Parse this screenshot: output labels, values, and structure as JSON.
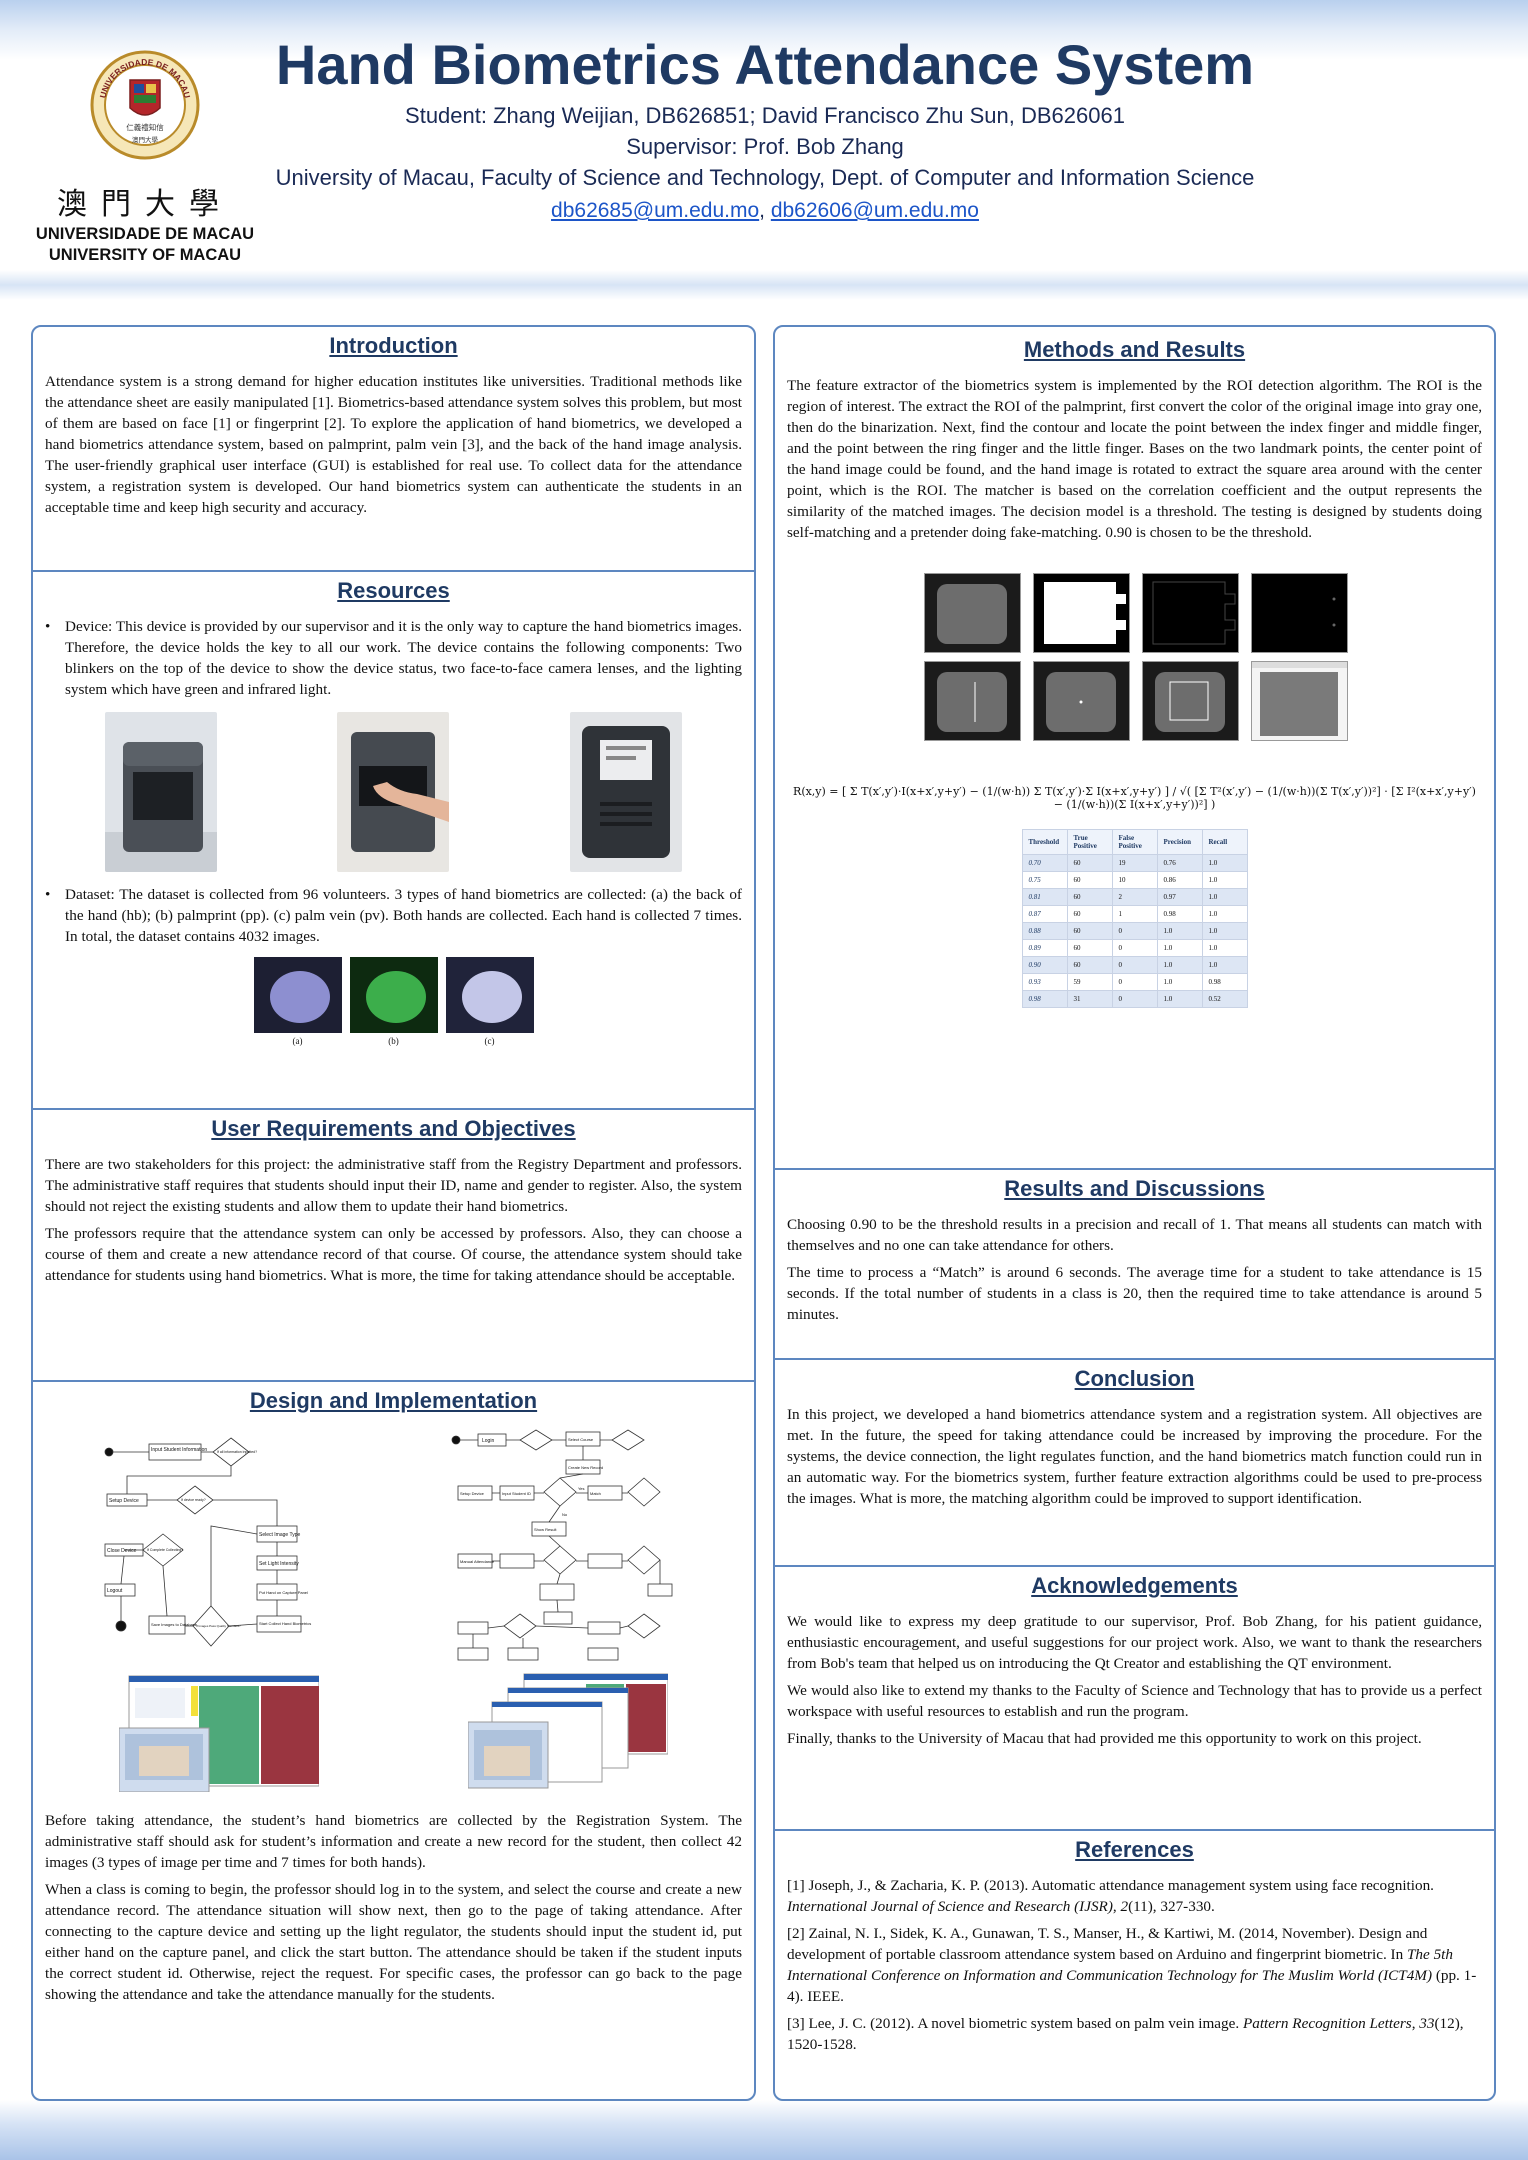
{
  "header": {
    "title": "Hand Biometrics Attendance System",
    "students": "Student: Zhang Weijian, DB626851; David Francisco Zhu Sun, DB626061",
    "supervisor": "Supervisor: Prof. Bob Zhang",
    "affiliation": "University of Macau, Faculty of Science and Technology, Dept. of Computer and Information Science",
    "email1": "db62685@um.edu.mo",
    "email_sep": ", ",
    "email2": "db62606@um.edu.mo"
  },
  "logo": {
    "seal_text": "UNIVERSIDADE DE MACAU",
    "seal_motto": "仁義禮知信",
    "seal_bottom": "澳門大學",
    "chinese": "澳門大學",
    "portuguese": "UNIVERSIDADE DE MACAU",
    "english": "UNIVERSITY OF MACAU"
  },
  "introduction": {
    "title": "Introduction",
    "text": "Attendance system is a strong demand for higher education institutes like universities. Traditional methods like the attendance sheet are easily manipulated [1]. Biometrics-based attendance system solves this problem, but most of them are based on face [1] or fingerprint [2]. To explore the application of hand biometrics, we developed a hand biometrics attendance system, based on palmprint, palm vein [3], and the back of the hand image analysis. The user-friendly graphical user interface (GUI) is established for real use. To collect data for the attendance system, a registration system is developed. Our hand biometrics system can authenticate the students in an acceptable time and keep high security and accuracy."
  },
  "resources": {
    "title": "Resources",
    "bullet": "•",
    "device": "Device: This device is provided by our supervisor and it is the only way to capture the hand biometrics images. Therefore, the device holds the key to all our work. The device contains the following components: Two blinkers on the top of the device to show the device status, two face-to-face camera lenses, and the lighting system which have green and infrared light.",
    "dataset": "Dataset: The dataset is collected from 96 volunteers. 3 types of hand biometrics are collected: (a) the back of the hand (hb); (b) palmprint (pp). (c) palm vein (pv). Both hands are collected. Each hand is collected 7 times. In total, the dataset contains 4032 images.",
    "dataset_labels": [
      "(a)",
      "(b)",
      "(c)"
    ]
  },
  "requirements": {
    "title": "User Requirements and Objectives",
    "p1": "There are two stakeholders for this project: the administrative staff from the Registry Department and professors. The administrative staff requires that students should input their ID, name and gender to register. Also, the system should not reject the existing students and allow them to update their hand biometrics.",
    "p2": "The professors require that the attendance system can only be accessed by professors. Also, they can choose a course of them and create a new attendance record of that course. Of course, the attendance system should take attendance for students using hand biometrics. What is more, the time for taking attendance should be acceptable."
  },
  "design": {
    "title": "Design and Implementation",
    "flow1": {
      "input": "Input Student Information",
      "allinfo": "If all information inputted?",
      "setup": "Setup Device",
      "connected": "If device ready?",
      "select": "Select Image Type",
      "light": "Set Light Intensity",
      "hand": "Put Hand on Capture Panel",
      "close": "Close Device",
      "complete": "If Complete Collecting?",
      "logout": "Logout",
      "save": "Save Images to Database",
      "pass": "If Images Pass Quality Standard?",
      "start": "Start Collect Hand Biometrics"
    },
    "flow2": {
      "login": "Login",
      "course": "Select Course",
      "new": "Create New Record",
      "device": "Setup Device",
      "match": "Match",
      "id": "Input Student ID",
      "result": "Show Result",
      "manual": "Manual Attendance",
      "yes": "Yes",
      "no": "No"
    },
    "p1": "Before taking attendance, the student’s hand biometrics are collected by the Registration System. The administrative staff should ask for student’s information and create a new record for the student, then collect 42 images (3 types of image per time and 7 times for both hands).",
    "p2": "When a class is coming to begin, the professor should log in to the system, and select the course and create a new attendance record. The attendance situation will show next, then go to the page of taking attendance. After connecting to the capture device and setting up the light regulator, the students should input the student id, put either hand on the capture panel, and click the start button. The attendance should be taken if the student inputs the correct student id. Otherwise, reject the request. For specific cases, the professor can go back to the page showing the attendance and take the attendance manually for the students."
  },
  "methods": {
    "title": "Methods and Results",
    "text": "The feature extractor of the biometrics system is implemented by the ROI detection algorithm. The ROI is the region of interest. The extract the ROI of the palmprint, first convert the color of the original image into gray one, then do the binarization. Next, find the contour and locate the point between the index finger and middle finger, and the point between the ring finger and the little finger. Bases on the two landmark points, the center point of the hand image could be found, and the hand image is rotated to extract the square area around with the center point, which is the ROI. The matcher is based on the correlation coefficient and the output represents the similarity of the matched images. The decision model is a threshold. The testing is designed by students doing self-matching and a pretender doing fake-matching. 0.90 is chosen to be the threshold.",
    "formula": "R(x,y) = [ Σ T(x′,y′)·I(x+x′,y+y′) − (1/(w·h)) Σ T(x′,y′)·Σ I(x+x′,y+y′) ] / √( [Σ T²(x′,y′) − (1/(w·h))(Σ T(x′,y′))²] · [Σ I²(x+x′,y+y′) − (1/(w·h))(Σ I(x+x′,y+y′))²] )",
    "table": {
      "headers": [
        "Threshold",
        "True Positive",
        "False Positive",
        "Precision",
        "Recall"
      ],
      "rows": [
        [
          "0.70",
          "60",
          "19",
          "0.76",
          "1.0"
        ],
        [
          "0.75",
          "60",
          "10",
          "0.86",
          "1.0"
        ],
        [
          "0.81",
          "60",
          "2",
          "0.97",
          "1.0"
        ],
        [
          "0.87",
          "60",
          "1",
          "0.98",
          "1.0"
        ],
        [
          "0.88",
          "60",
          "0",
          "1.0",
          "1.0"
        ],
        [
          "0.89",
          "60",
          "0",
          "1.0",
          "1.0"
        ],
        [
          "0.90",
          "60",
          "0",
          "1.0",
          "1.0"
        ],
        [
          "0.93",
          "59",
          "0",
          "1.0",
          "0.98"
        ],
        [
          "0.98",
          "31",
          "0",
          "1.0",
          "0.52"
        ]
      ]
    }
  },
  "results": {
    "title": "Results and Discussions",
    "p1": "Choosing 0.90 to be the threshold results in a precision and recall of 1. That means all students can match with themselves and no one can take attendance for others.",
    "p2": "The time to process a “Match” is around 6 seconds. The average time for a student to take attendance is 15 seconds. If the total number of students in a class is 20, then the required time to take attendance is around 5 minutes."
  },
  "conclusion": {
    "title": "Conclusion",
    "text": "In this project, we developed a hand biometrics attendance system and a registration system. All objectives are met. In the future, the speed for taking attendance could be increased by improving the procedure. For the systems, the device connection, the light regulates function, and the hand biometrics match function could run in an automatic way. For the biometrics system, further feature extraction algorithms could be used to pre-process the images. What is more, the matching algorithm could be improved to support identification."
  },
  "acknowledgements": {
    "title": "Acknowledgements",
    "p1": "We would like to express my deep gratitude to our supervisor, Prof. Bob Zhang, for his patient guidance, enthusiastic encouragement, and useful suggestions for our project work. Also, we want to thank the researchers from Bob's team that helped us on introducing the Qt Creator and establishing the QT environment.",
    "p2": "We would also like to extend my thanks to the Faculty of Science and Technology that has to provide us a perfect workspace with useful resources to establish and run the program.",
    "p3": "Finally, thanks to the University of Macau that had provided me this opportunity to work on this project."
  },
  "references": {
    "title": "References",
    "r1_a": "[1] Joseph, J., & Zacharia, K. P. (2013). Automatic attendance management system using face recognition. ",
    "r1_i": "International Journal of Science and Research (IJSR)",
    "r1_b": ", ",
    "r1_v": "2",
    "r1_c": "(11), 327-330.",
    "r2_a": "[2] Zainal, N. I., Sidek, K. A., Gunawan, T. S., Manser, H., & Kartiwi, M. (2014, November). Design and development of portable classroom attendance system based on Arduino and fingerprint biometric. In ",
    "r2_i": "The 5th International Conference on Information and Communication Technology for The Muslim World (ICT4M)",
    "r2_c": " (pp. 1-4). IEEE.",
    "r3_a": "[3] Lee, J. C. (2012). A novel biometric system based on palm vein image. ",
    "r3_i": "Pattern Recognition Letters",
    "r3_b": ", ",
    "r3_v": "33",
    "r3_c": "(12), 1520-1528."
  },
  "colors": {
    "title": "#1f3a63",
    "border": "#5d87c0",
    "link": "#1c55c8"
  }
}
